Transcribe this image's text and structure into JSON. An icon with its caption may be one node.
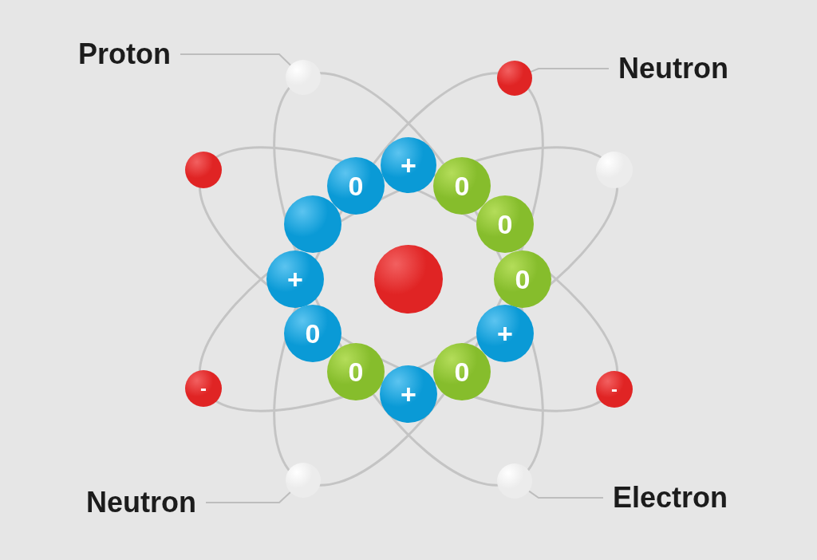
{
  "diagram": {
    "nodes": [
      {
        "text": [
          "Proton"
        ]
      },
      {
        "text": [
          "Neutron"
        ]
      },
      {
        "text": [],
        "shape": "circle"
      },
      {
        "text": [],
        "shape": "circle"
      },
      {
        "text": [],
        "shape": "circle"
      },
      {
        "text": [],
        "shape": "circle"
      },
      {
        "text": [
          "0"
        ]
      },
      {
        "text": [
          "+"
        ]
      },
      {
        "text": [
          "0"
        ]
      },
      {
        "text": [],
        "shape": "circle"
      },
      {
        "text": [
          "0"
        ]
      },
      {
        "text": [
          "+"
        ]
      },
      {
        "text": [
          "0"
        ]
      },
      {
        "text": [
          "0"
        ]
      },
      {
        "text": [
          "+"
        ]
      },
      {
        "text": [
          "0"
        ]
      },
      {
        "text": [
          "+"
        ]
      },
      {
        "text": [
          "0"
        ]
      },
      {
        "text": [],
        "shape": "circle"
      },
      {
        "text": [
          "-"
        ]
      },
      {
        "text": [
          "-"
        ]
      },
      {
        "text": [],
        "shape": "circle"
      },
      {
        "text": [],
        "shape": "circle"
      },
      {
        "text": [
          "Neutron"
        ]
      },
      {
        "text": [
          "Electron"
        ]
      }
    ],
    "edges": [
      {
        "from": 0,
        "to": 2,
        "arrow": "none"
      },
      {
        "from": 1,
        "to": 3,
        "arrow": "none"
      },
      {
        "from": 23,
        "to": 21,
        "arrow": "none"
      },
      {
        "from": 24,
        "to": 22,
        "arrow": "none"
      }
    ]
  }
}
